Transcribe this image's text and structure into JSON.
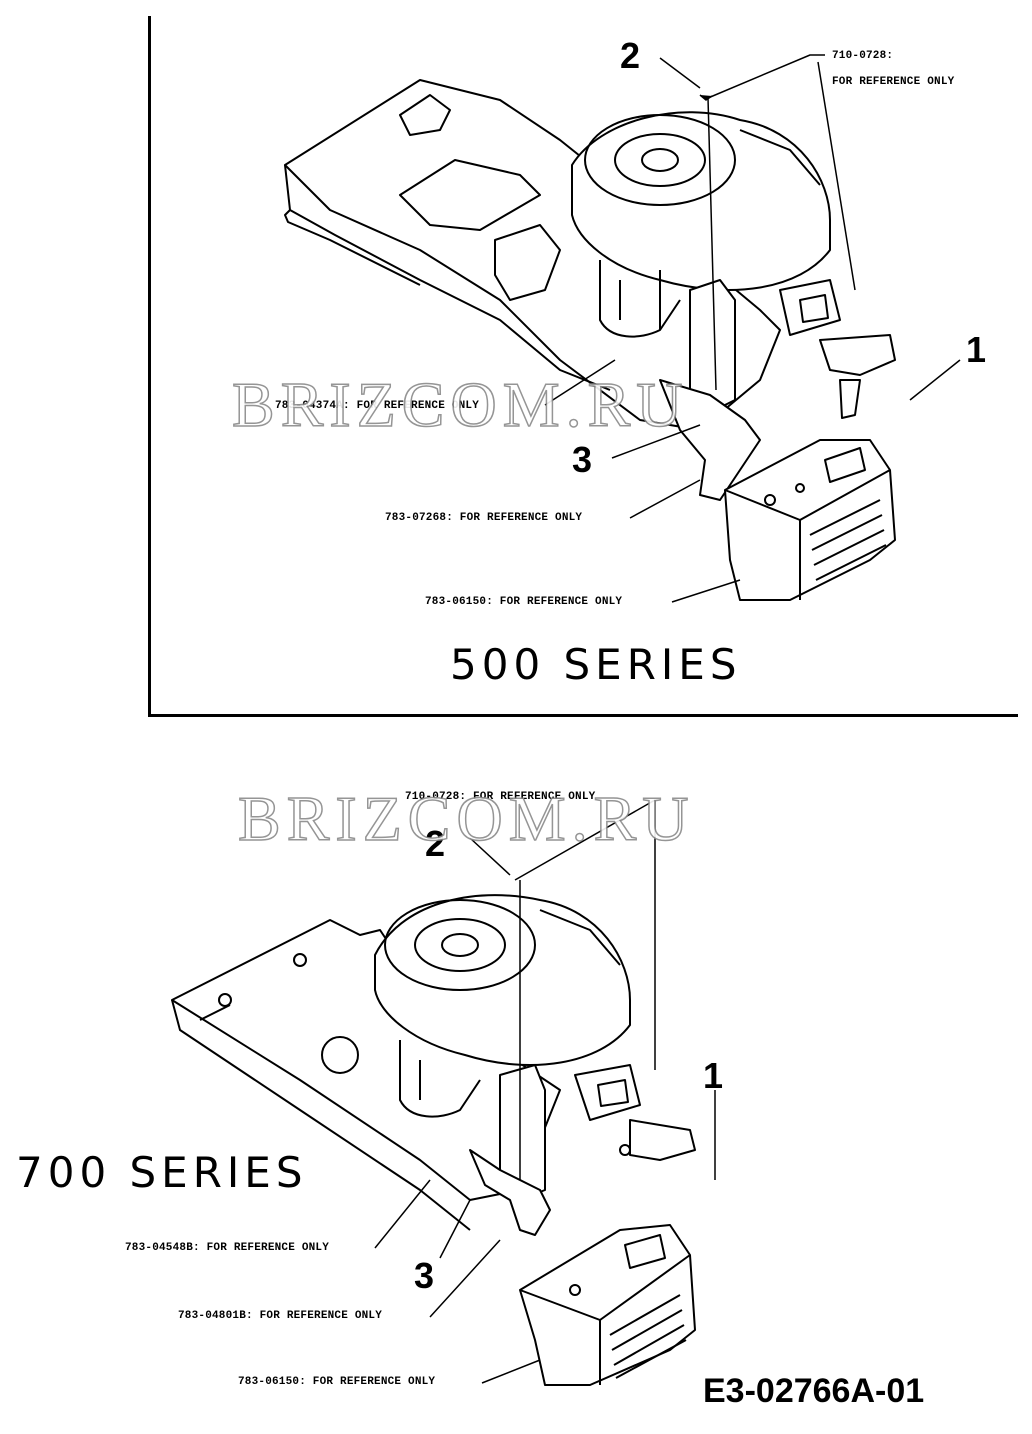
{
  "panels": {
    "top": {
      "series_label": "500 SERIES",
      "callouts": {
        "c1": "1",
        "c2": "2",
        "c3": "3"
      },
      "refs": {
        "r710": "710-0728:",
        "r710_note": "FOR REFERENCE ONLY",
        "r0437": "783-04374A: FOR REFERENCE ONLY",
        "r0726": "783-07268: FOR REFERENCE ONLY",
        "r0615": "783-06150: FOR REFERENCE ONLY"
      }
    },
    "bottom": {
      "series_label": "700 SERIES",
      "callouts": {
        "c1": "1",
        "c2": "2",
        "c3": "3"
      },
      "refs": {
        "r710": "710-0728: FOR REFERENCE ONLY",
        "r0454": "783-04548B: FOR REFERENCE ONLY",
        "r0480": "783-04801B: FOR REFERENCE ONLY",
        "r0615": "783-06150: FOR REFERENCE ONLY"
      }
    }
  },
  "watermark": "BRIZCOM.RU",
  "drawing_number": "E3-02766A-01"
}
